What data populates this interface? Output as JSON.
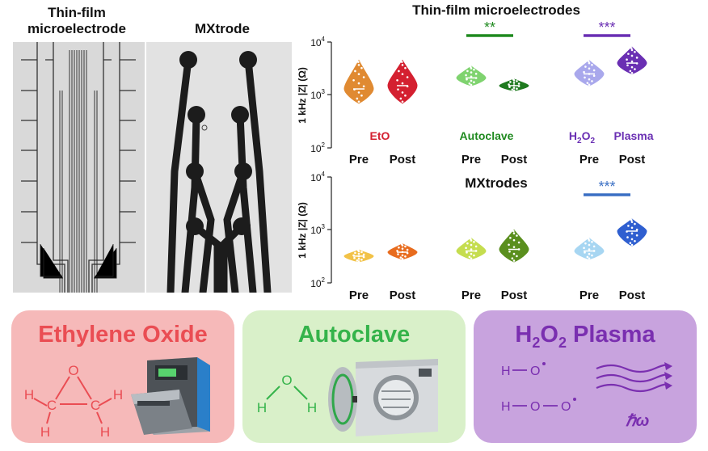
{
  "images": {
    "thin_film_title_line1": "Thin-film",
    "thin_film_title_line2": "microelectrode",
    "mxtrode_title": "MXtrode"
  },
  "top_chart": {
    "title": "Thin-film microelectrodes",
    "ylabel": "1 kHz |Z| (Ω)",
    "y_ticks": [
      "10",
      "10",
      "10"
    ],
    "y_tick_exps": [
      "4",
      "3",
      "2"
    ],
    "groups": [
      {
        "label": "EtO",
        "color": "#d42030"
      },
      {
        "label": "Autoclave",
        "color": "#1f8a1f"
      },
      {
        "label": "H2O2",
        "label_main": "H",
        "label_sub1": "2",
        "label_mid": "O",
        "label_sub2": "2",
        "color": "#6a2fb3"
      },
      {
        "label": "Plasma",
        "color": "#6a2fb3"
      }
    ],
    "significance": [
      {
        "stars": "**",
        "color": "#1f8a1f"
      },
      {
        "stars": "***",
        "color": "#6a2fb3"
      }
    ],
    "x_labels": [
      "Pre",
      "Post",
      "Pre",
      "Post",
      "Pre",
      "Post"
    ]
  },
  "bottom_chart": {
    "title": "MXtrodes",
    "ylabel": "1 kHz |Z| (Ω)",
    "y_ticks": [
      "10",
      "10",
      "10"
    ],
    "y_tick_exps": [
      "4",
      "3",
      "2"
    ],
    "significance": [
      {
        "stars": "***",
        "color": "#3a6fc4"
      }
    ],
    "x_labels": [
      "Pre",
      "Post",
      "Pre",
      "Post",
      "Pre",
      "Post"
    ]
  },
  "chart_data": [
    {
      "type": "violin",
      "title": "Thin-film microelectrodes",
      "ylabel": "1 kHz |Z| (Ω)",
      "y_scale": "log",
      "ylim": [
        100,
        10000
      ],
      "categories": [
        "EtO Pre",
        "EtO Post",
        "Autoclave Pre",
        "Autoclave Post",
        "H2O2 Plasma Pre",
        "H2O2 Plasma Post"
      ],
      "medians": [
        1300,
        1500,
        2100,
        1500,
        2500,
        4000
      ],
      "ranges": [
        [
          700,
          4500
        ],
        [
          700,
          4500
        ],
        [
          1500,
          3500
        ],
        [
          1200,
          2000
        ],
        [
          1500,
          4500
        ],
        [
          2500,
          8000
        ]
      ],
      "colors": [
        "#e08a32",
        "#d42030",
        "#7fd36f",
        "#1f7a1f",
        "#a9a8ec",
        "#6a2fb3"
      ],
      "significance": [
        {
          "groups": [
            "Autoclave Pre",
            "Autoclave Post"
          ],
          "stars": "**"
        },
        {
          "groups": [
            "H2O2 Plasma Pre",
            "H2O2 Plasma Post"
          ],
          "stars": "***"
        }
      ]
    },
    {
      "type": "violin",
      "title": "MXtrodes",
      "ylabel": "1 kHz |Z| (Ω)",
      "y_scale": "log",
      "ylim": [
        100,
        10000
      ],
      "categories": [
        "EtO Pre",
        "EtO Post",
        "Autoclave Pre",
        "Autoclave Post",
        "H2O2 Plasma Pre",
        "H2O2 Plasma Post"
      ],
      "medians": [
        320,
        380,
        400,
        430,
        400,
        950
      ],
      "ranges": [
        [
          250,
          420
        ],
        [
          280,
          550
        ],
        [
          280,
          700
        ],
        [
          250,
          1000
        ],
        [
          280,
          700
        ],
        [
          500,
          1600
        ]
      ],
      "colors": [
        "#f2c247",
        "#e86c1e",
        "#c5dd4f",
        "#5a8f1e",
        "#a7d6f2",
        "#2f5fd0"
      ],
      "significance": [
        {
          "groups": [
            "H2O2 Plasma Pre",
            "H2O2 Plasma Post"
          ],
          "stars": "***"
        }
      ]
    }
  ],
  "panels": {
    "eto": {
      "title": "Ethylene Oxide",
      "bg": "#f6b9b9",
      "color": "#ea4d53"
    },
    "autoclave": {
      "title": "Autoclave",
      "bg": "#d9f0c9",
      "color": "#34b34a"
    },
    "plasma": {
      "title_h": "H",
      "title_sub1": "2",
      "title_o": "O",
      "title_sub2": "2",
      "title_rest": " Plasma",
      "bg": "#c8a3de",
      "color": "#7a2fb0"
    }
  },
  "molecules": {
    "atoms": {
      "H": "H",
      "C": "C",
      "O": "O"
    },
    "hbar": "ℏω"
  }
}
